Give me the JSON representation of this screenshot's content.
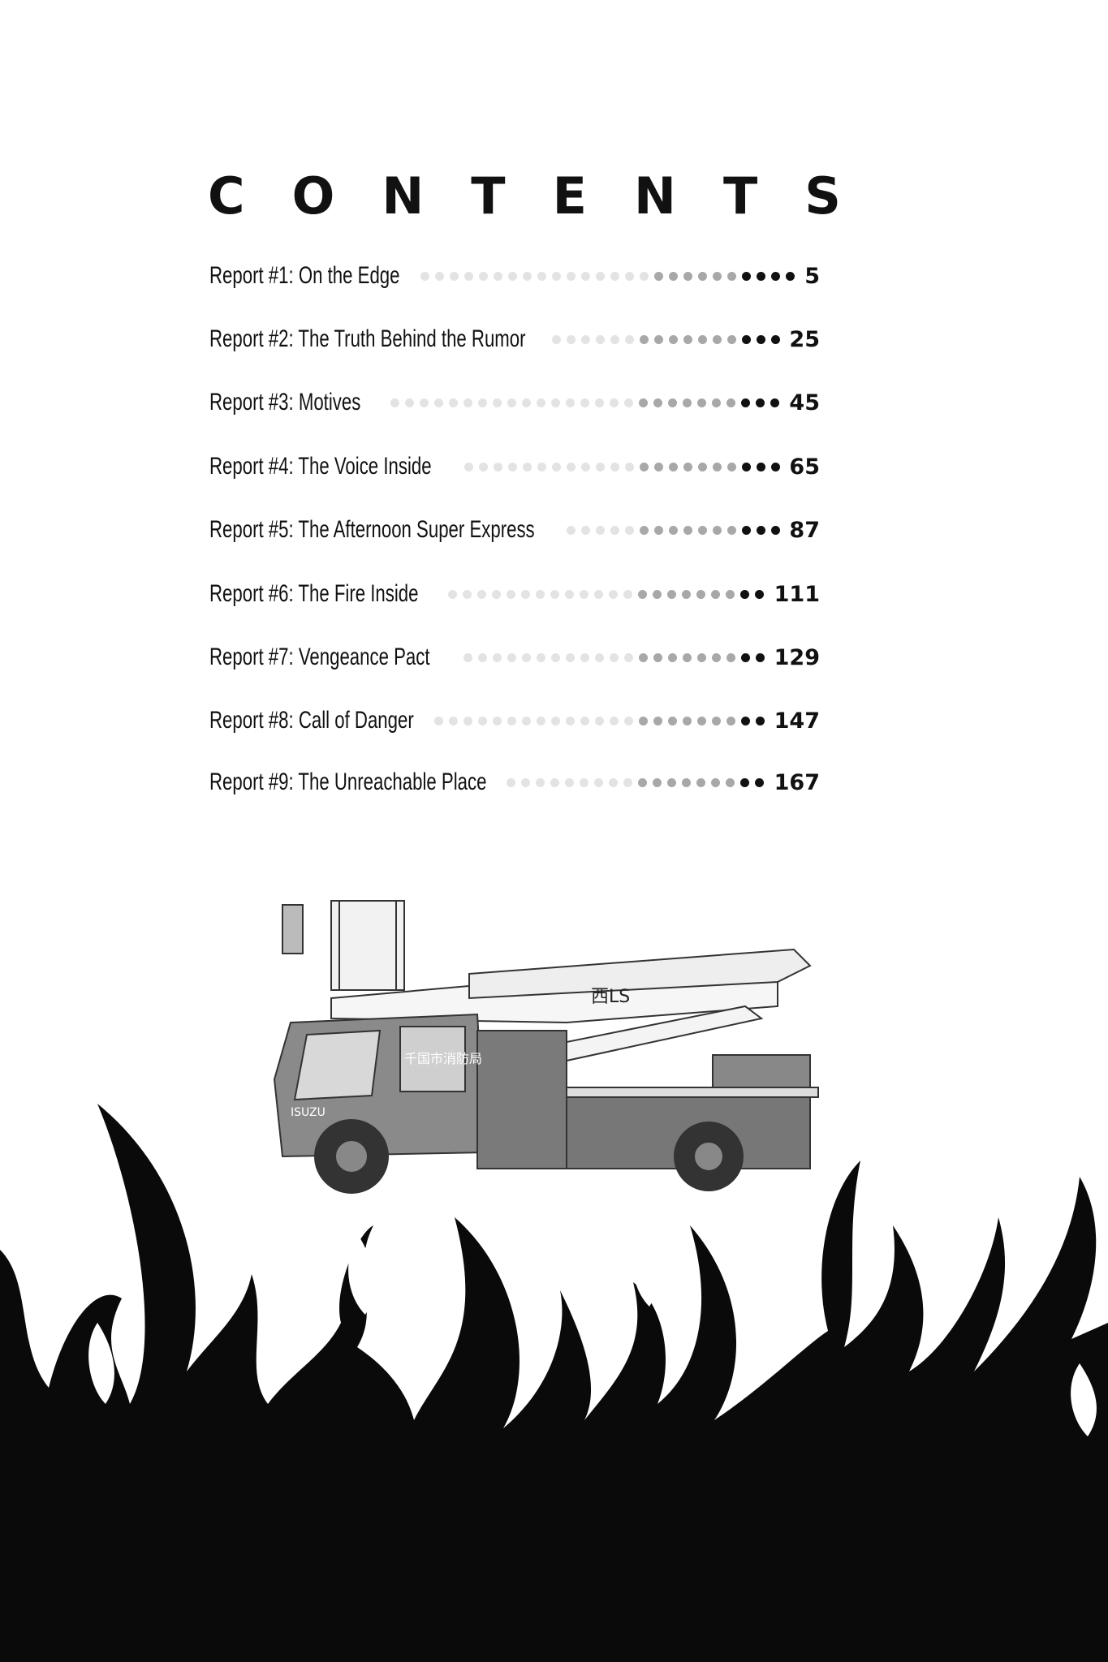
{
  "title_letters": [
    "C",
    "O",
    "N",
    "T",
    "E",
    "N",
    "T",
    "S"
  ],
  "entries": [
    {
      "label": "Report #1:  On the Edge",
      "page": "5",
      "black_dots": 4
    },
    {
      "label": "Report #2:  The Truth Behind the Rumor",
      "page": "25",
      "black_dots": 3
    },
    {
      "label": "Report #3:  Motives",
      "page": "45",
      "black_dots": 3
    },
    {
      "label": "Report #4:  The Voice Inside",
      "page": "65",
      "black_dots": 3
    },
    {
      "label": "Report #5:  The Afternoon Super Express",
      "page": "87",
      "black_dots": 3
    },
    {
      "label": "Report #6:  The Fire Inside",
      "page": "111",
      "black_dots": 2
    },
    {
      "label": "Report #7:  Vengeance Pact",
      "page": "129",
      "black_dots": 2
    },
    {
      "label": "Report #8:  Call of Danger",
      "page": "147",
      "black_dots": 2
    },
    {
      "label": "Report #9:  The Unreachable Place",
      "page": "167",
      "black_dots": 2
    }
  ],
  "truck": {
    "boom_text": "西LS",
    "door_text": "千国市消防局",
    "brand": "ISUZU"
  },
  "colors": {
    "ink": "#111111",
    "dot_light": "#e3e3e3",
    "dot_mid": "#a8a8a8",
    "flame": "#0a0a0a"
  }
}
